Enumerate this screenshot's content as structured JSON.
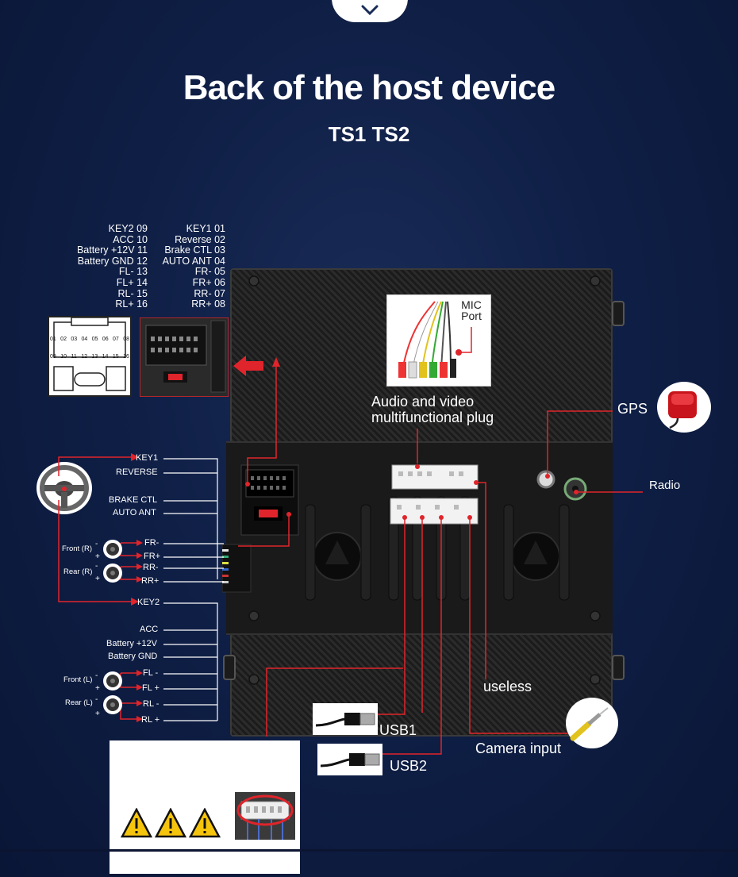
{
  "header": {
    "title": "Back of the host device",
    "subtitle": "TS1 TS2"
  },
  "pinout_left": [
    "KEY2 09",
    "ACC 10",
    "Battery +12V 11",
    "Battery GND 12",
    "FL- 13",
    "FL+ 14",
    "RL- 15",
    "RL+ 16"
  ],
  "pinout_right": [
    "KEY1 01",
    "Reverse 02",
    "Brake CTL 03",
    "AUTO ANT 04",
    "FR- 05",
    "FR+ 06",
    "RR- 07",
    "RR+ 08"
  ],
  "connector_top_row": [
    "01",
    "02",
    "03",
    "04",
    "05",
    "06",
    "07",
    "08"
  ],
  "connector_bottom_row": [
    "09",
    "10",
    "11",
    "12",
    "13",
    "14",
    "15",
    "16"
  ],
  "plug_inset": {
    "mic_label": "MIC Port"
  },
  "labels": {
    "av_plug": "Audio and video multifunctional plug",
    "gps": "GPS",
    "radio": "Radio",
    "useless": "useless",
    "usb1": "USB1",
    "usb2": "USB2",
    "camera": "Camera input"
  },
  "wires": {
    "key1": "KEY1",
    "reverse": "REVERSE",
    "brake": "BRAKE CTL",
    "auto_ant": "AUTO ANT",
    "fr_minus": "FR-",
    "fr_plus": "FR+",
    "rr_minus": "RR-",
    "rr_plus": "RR+",
    "key2": "KEY2",
    "acc": "ACC",
    "battery_12v": "Battery +12V",
    "battery_gnd": "Battery GND",
    "fl_minus": "FL -",
    "fl_plus": "FL +",
    "rl_minus": "RL -",
    "rl_plus": "RL +"
  },
  "speakers": {
    "front_r": "Front (R)",
    "rear_r": "Rear (R)",
    "front_l": "Front (L)",
    "rear_l": "Rear (L)"
  },
  "colors": {
    "accent_red": "#e0242b",
    "background": "#0f1f46",
    "connector_white": "#f2f2f2"
  },
  "icons": [
    "chevron-down-icon",
    "steering-wheel-icon",
    "speaker-icon",
    "gps-antenna-icon",
    "rca-plug-icon",
    "usb-cable-icon",
    "warning-icon",
    "arrow-left-icon"
  ]
}
